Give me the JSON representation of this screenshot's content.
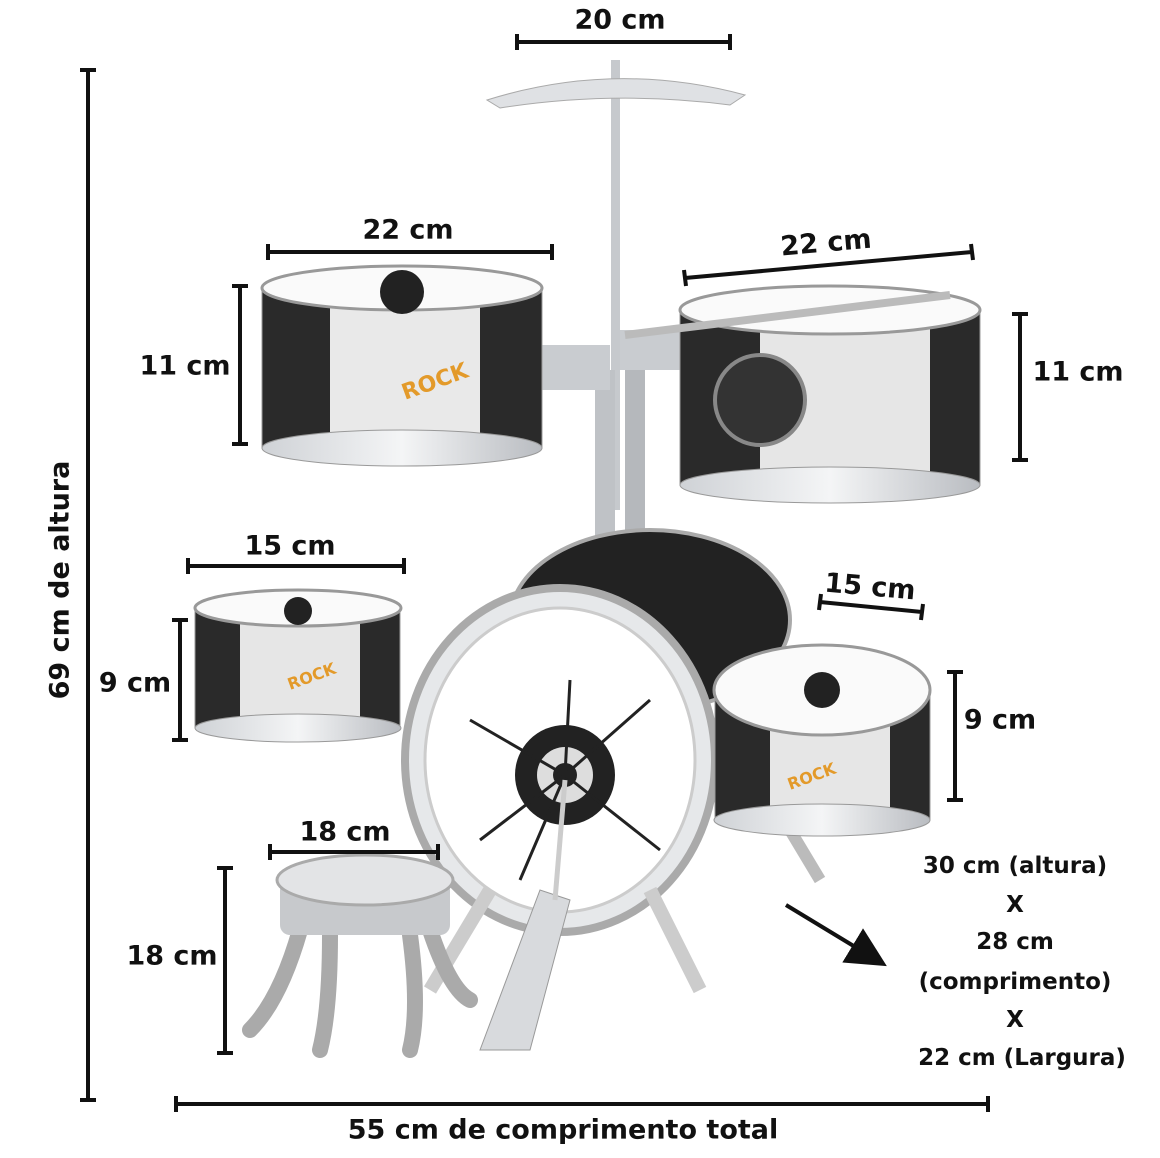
{
  "dimensions": {
    "cymbal_width": "20 cm",
    "total_height": "69 cm de altura",
    "left_tom_width": "22 cm",
    "right_tom_width": "22 cm",
    "left_tom_height": "11 cm",
    "right_tom_height": "11 cm",
    "left_small_drum_width": "15 cm",
    "left_small_drum_height": "9 cm",
    "right_small_drum_width": "15 cm",
    "right_small_drum_height": "9 cm",
    "stool_width": "18 cm",
    "stool_height": "18 cm",
    "total_length": "55 cm de comprimento total"
  },
  "bass_drum_block": {
    "line1": "30 cm (altura)",
    "x1": "X",
    "line2": "28 cm",
    "line3": "(comprimento)",
    "x2": "X",
    "line4": "22 cm (Largura)"
  },
  "drum_logo_text": "ROCK"
}
